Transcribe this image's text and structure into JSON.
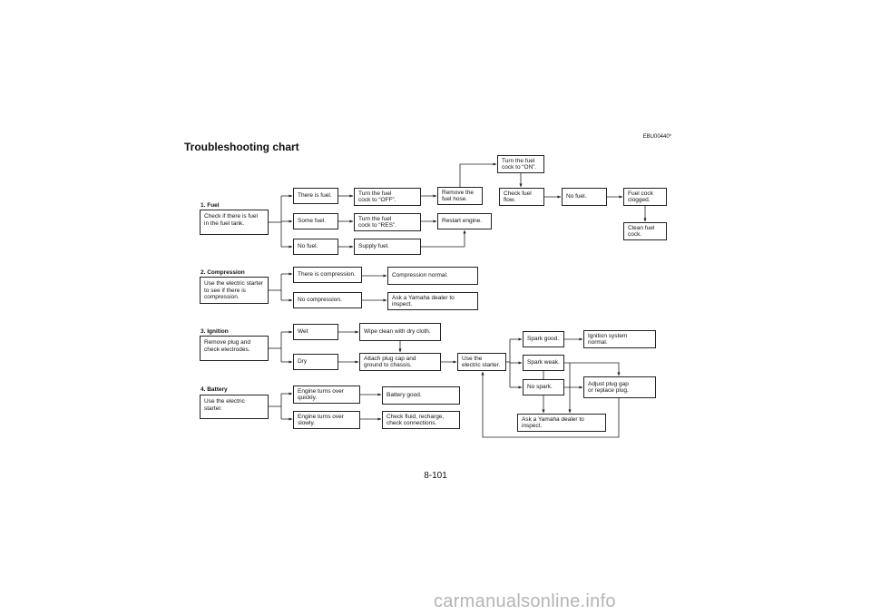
{
  "doc_code": "EBU00440*",
  "title": "Troubleshooting chart",
  "page_number": "8-101",
  "watermark": "carmanualsonline.info",
  "sections": {
    "fuel": {
      "label": "1. Fuel",
      "check": "Check if there is fuel\nin the fuel tank.",
      "there_is_fuel": "There is fuel.",
      "some_fuel": "Some fuel.",
      "no_fuel": "No fuel.",
      "turn_off": "Turn the fuel\ncock to “OFF”.",
      "turn_res": "Turn the fuel\ncock to “RES”.",
      "supply_fuel": "Supply fuel.",
      "remove_hose": "Remove the\nfuel hose.",
      "restart": "Restart engine.",
      "turn_on": "Turn the fuel\ncock to “ON”.",
      "check_flow": "Check fuel\nflow.",
      "no_fuel_flow": "No fuel.",
      "cock_clogged": "Fuel cock\nclogged.",
      "clean_cock": "Clean fuel\ncock."
    },
    "compression": {
      "label": "2. Compression",
      "check": "Use the electric starter\nto see if there is\ncompression.",
      "there_is": "There is compression.",
      "normal": "Compression normal.",
      "none": "No compression.",
      "dealer": "Ask a Yamaha dealer to\ninspect."
    },
    "ignition": {
      "label": "3. Ignition",
      "check": "Remove plug and\ncheck electrodes.",
      "wet": "Wet",
      "wipe": "Wipe clean with dry cloth.",
      "dry": "Dry",
      "attach": "Attach plug cap and\nground to chassis.",
      "use_starter": "Use the\nelectric starter.",
      "spark_good": "Spark good.",
      "system_normal": "Ignition system\nnormal.",
      "spark_weak": "Spark weak.",
      "adjust_plug": "Adjust plug gap\nor replace plug.",
      "no_spark": "No spark.",
      "dealer": "Ask a Yamaha dealer to\ninspect."
    },
    "battery": {
      "label": "4. Battery",
      "check": "Use the electric\nstarter.",
      "quickly": "Engine turns over\nquickly.",
      "good": "Battery good.",
      "slowly": "Engine turns over\nslowly.",
      "check_fluid": "Check fluid, recharge,\ncheck connections."
    }
  }
}
